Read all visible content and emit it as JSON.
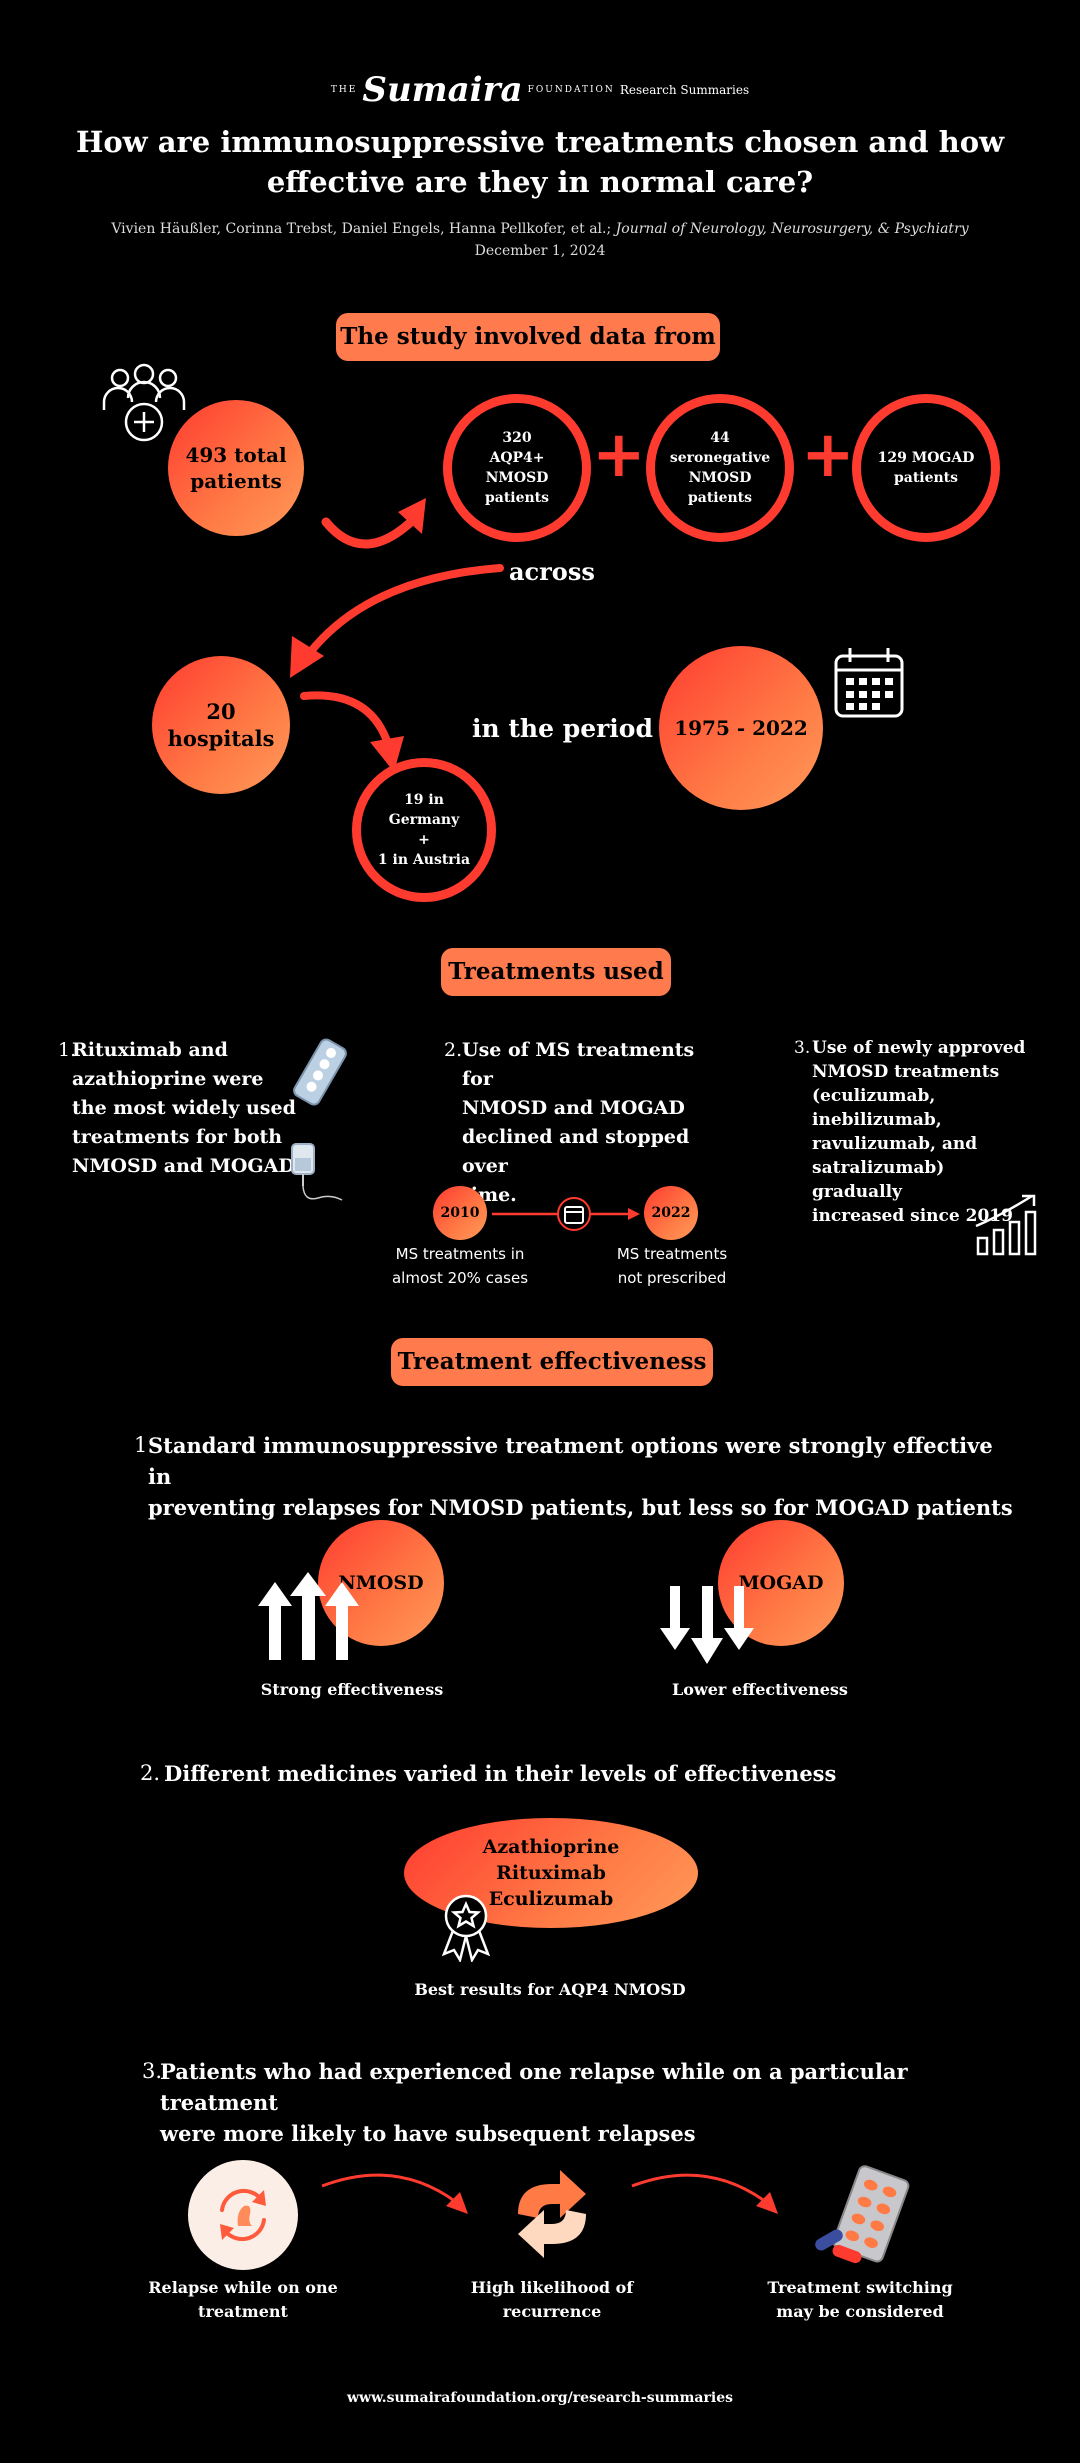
{
  "header": {
    "logo_prefix": "THE",
    "logo_script": "Sumaira",
    "logo_suffix": "FOUNDATION",
    "logo_tag": "Research Summaries",
    "title_line1": "How are immunosuppressive treatments chosen and how",
    "title_line2": "effective are they in normal care?",
    "authors": "Vivien Häußler, Corinna Trebst, Daniel Engels, Hanna Pellkofer, et al.;",
    "journal": "Journal of Neurology, Neurosurgery, & Psychiatry",
    "date": "December 1, 2024"
  },
  "study": {
    "heading": "The study involved data from",
    "total_line1": "493 total",
    "total_line2": "patients",
    "group1": [
      "320",
      "AQP4+",
      "NMOSD",
      "patients"
    ],
    "group2": [
      "44",
      "seronegative",
      "NMOSD",
      "patients"
    ],
    "group3": [
      "129 MOGAD",
      "patients"
    ],
    "plus": "+",
    "across": "across",
    "hospitals_line1": "20",
    "hospitals_line2": "hospitals",
    "countries": [
      "19 in",
      "Germany",
      "+",
      "1 in Austria"
    ],
    "period_label": "in the period",
    "period_value": "1975 - 2022"
  },
  "treatments": {
    "heading": "Treatments used",
    "item1_num": "1.",
    "item1": [
      "Rituximab and",
      "azathioprine were",
      "the most widely used",
      "treatments for both",
      "NMOSD and MOGAD"
    ],
    "item2_num": "2.",
    "item2": [
      "Use of MS treatments for",
      "NMOSD and MOGAD",
      "declined and stopped over",
      "time."
    ],
    "item3_num": "3.",
    "item3": [
      "Use of newly approved",
      "NMOSD treatments",
      "(eculizumab,",
      "inebilizumab,",
      "ravulizumab, and",
      "satralizumab) gradually",
      "increased since 2019"
    ],
    "year_start": "2010",
    "year_end": "2022",
    "start_caption": [
      "MS treatments in",
      "almost 20% cases"
    ],
    "end_caption": [
      "MS treatments",
      "not prescribed"
    ]
  },
  "effectiveness": {
    "heading": "Treatment effectiveness",
    "point1_num": "1.",
    "point1_line1": "Standard immunosuppressive treatment options were strongly effective in",
    "point1_line2": "preventing relapses for NMOSD patients, but less so for MOGAD patients",
    "nmosd_label": "NMOSD",
    "nmosd_caption": "Strong effectiveness",
    "mogad_label": "MOGAD",
    "mogad_caption": "Lower effectiveness",
    "point2_num": "2.",
    "point2": "Different medicines varied in their levels of effectiveness",
    "best_drugs": [
      "Azathioprine",
      "Rituximab",
      "Eculizumab"
    ],
    "best_caption": "Best results for AQP4 NMOSD",
    "point3_num": "3.",
    "point3_line1": "Patients who had experienced one relapse while on a particular treatment",
    "point3_line2": "were more likely to have subsequent relapses",
    "step1": [
      "Relapse while on one",
      "treatment"
    ],
    "step2": [
      "High likelihood of",
      "recurrence"
    ],
    "step3": [
      "Treatment switching",
      "may be considered"
    ]
  },
  "footer": {
    "url": "www.sumairafoundation.org/research-summaries"
  },
  "colors": {
    "accent": "#ff3b30",
    "accent_light": "#ff7a4d",
    "background": "#000000"
  }
}
